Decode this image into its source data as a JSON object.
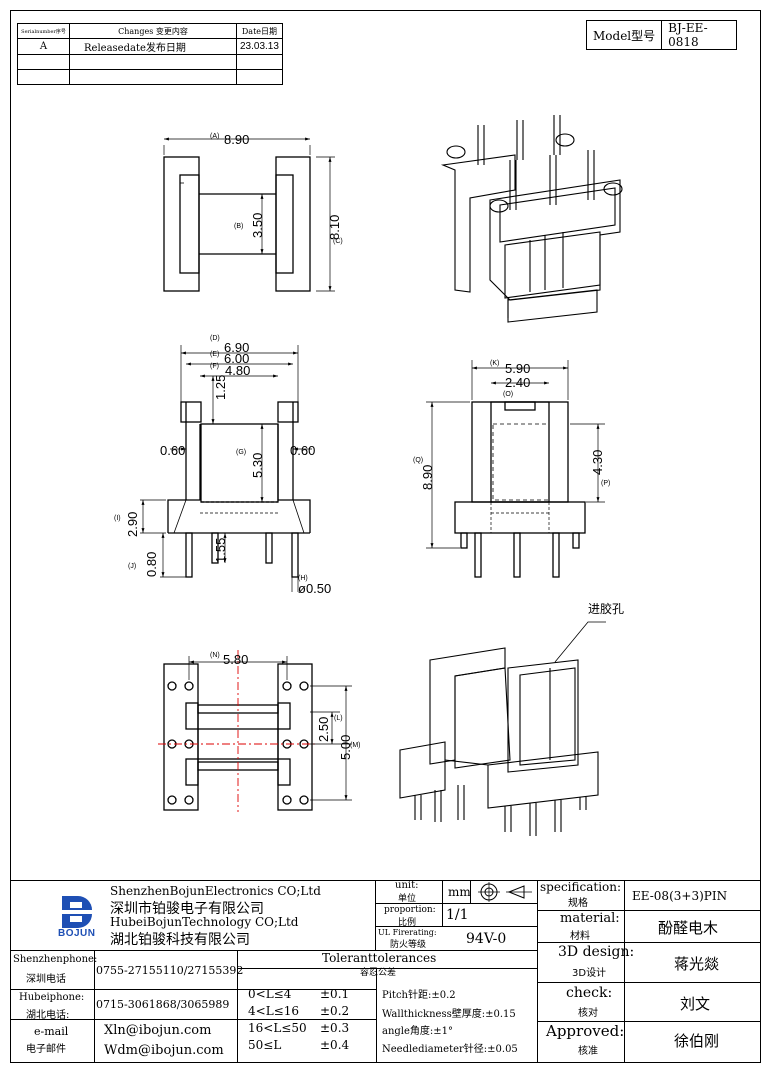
{
  "revision_table": {
    "headers": [
      "Serialnumber序号",
      "Changes 变更内容",
      "Date日期"
    ],
    "rows": [
      [
        "A",
        "Releasedate发布日期",
        "23.03.13"
      ],
      [
        "",
        "",
        ""
      ],
      [
        "",
        "",
        ""
      ]
    ]
  },
  "model": {
    "label": "Model型号",
    "value": "BJ-EE-0818"
  },
  "dimensions": {
    "A": "8.90",
    "A_tag": "(A)",
    "B": "3.50",
    "B_tag": "(B)",
    "C": "8.10",
    "C_tag": "(C)",
    "D": "6.90",
    "D_tag": "(D)",
    "E": "6.00",
    "E_tag": "(E)",
    "F": "4.80",
    "F_tag": "(F)",
    "top_h": "1.25",
    "left_wall": "0.60",
    "right_wall": "0.60",
    "G": "5.30",
    "G_tag": "(G)",
    "I": "2.90",
    "I_tag": "(I)",
    "pin_len": "1.55",
    "J": "0.80",
    "J_tag": "(J)",
    "H": "ø0.50",
    "H_tag": "(H)",
    "K": "5.90",
    "K_tag": "(K)",
    "O": "2.40",
    "O_tag": "(O)",
    "Q": "8.90",
    "Q_tag": "(Q)",
    "P": "4.30",
    "P_tag": "(P)",
    "N": "5.80",
    "N_tag": "(N)",
    "L": "2.50",
    "L_tag": "(L)",
    "M": "5.00",
    "M_tag": "(M)",
    "gate_label": "进胶孔"
  },
  "title_block": {
    "company_en1": "ShenzhenBojunElectronics CO;Ltd",
    "company_cn1": "深圳市铂骏电子有限公司",
    "company_en2": "HubeiBojunTechnology CO;Ltd",
    "company_cn2": "湖北铂骏科技有限公司",
    "logo_text": "BOJUN",
    "unit_label": "unit:",
    "unit_label_cn": "单位",
    "unit_value": "mm",
    "proportion_label": "proportion:",
    "proportion_label_cn": "比例",
    "proportion_value": "1/1",
    "firerating_label": "UL Firerating:",
    "firerating_label_cn": "防火等级",
    "firerating_value": "94V-0",
    "spec_label": "specification:",
    "spec_label_cn": "规格",
    "spec_value": "EE-08(3+3)PIN",
    "material_label": "material:",
    "material_label_cn": "材料",
    "material_value": "酚醛电木",
    "design_label": "3D design:",
    "design_label_cn": "3D设计",
    "design_value": "蒋光燚",
    "check_label": "check:",
    "check_label_cn": "核对",
    "check_value": "刘文",
    "approved_label": "Approved:",
    "approved_label_cn": "核准",
    "approved_value": "徐伯刚",
    "shenzhen_phone_label": "Shenzhenphone:",
    "shenzhen_phone_label_cn": "深圳电话",
    "shenzhen_phone": "0755-27155110/27155392",
    "hubei_phone_label": "Hubeiphone:",
    "hubei_phone_label_cn": "湖北电话:",
    "hubei_phone": "0715-3061868/3065989",
    "email_label": "e-mail",
    "email_label_cn": "电子邮件",
    "email1": "Xln@ibojun.com",
    "email2": "Wdm@ibojun.com",
    "tolerance_title": "Toleranttolerances",
    "tolerance_title_cn": "容忍公差",
    "tolerances": [
      {
        "range": "0<L≤4",
        "tol": "±0.1"
      },
      {
        "range": "4<L≤16",
        "tol": "±0.2"
      },
      {
        "range": "16<L≤50",
        "tol": "±0.3"
      },
      {
        "range": "50≤L",
        "tol": "±0.4"
      }
    ],
    "notes": [
      "Pitch针距:±0.2",
      "Wallthickness壁厚度:±0.15",
      "angle角度:±1°",
      "Needlediameter针径:±0.05"
    ]
  }
}
